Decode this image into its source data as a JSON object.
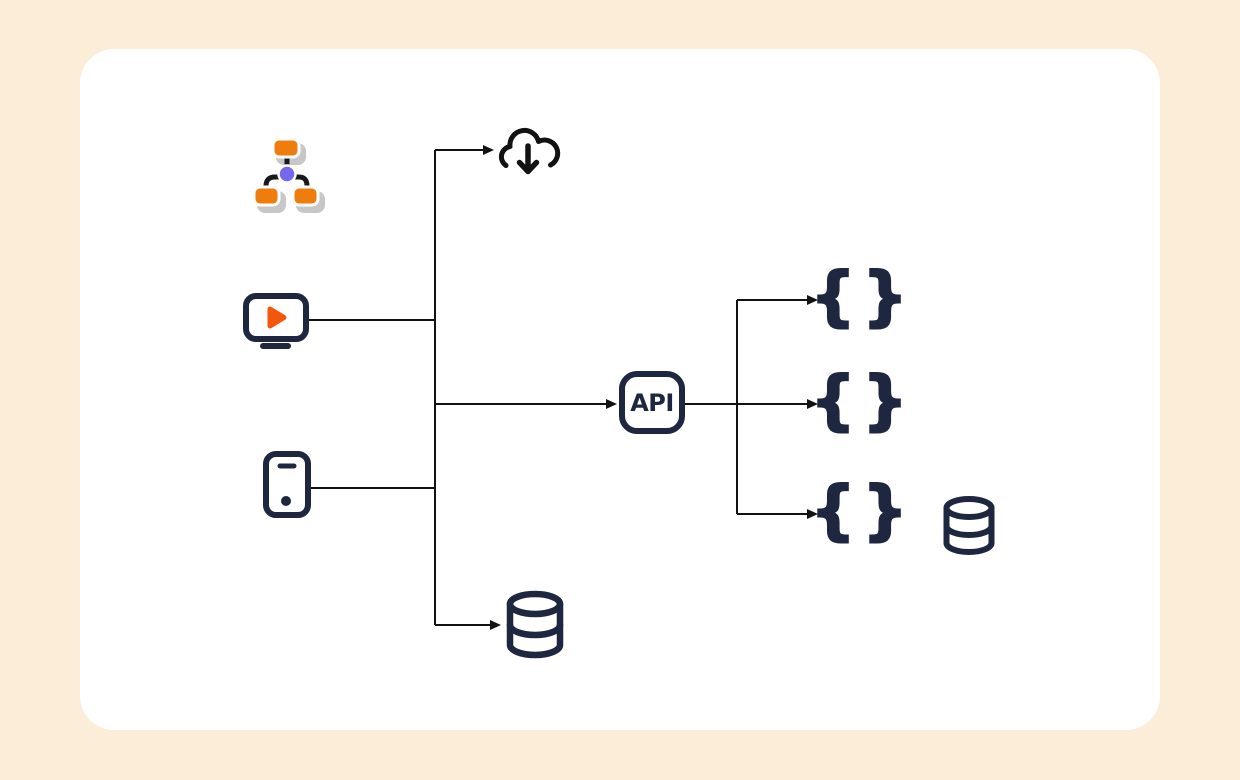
{
  "palette": {
    "page-bg": "#fcedd9",
    "card-bg": "#ffffff",
    "ink": "#121212",
    "navy": "#1f2740",
    "orange": "#ee7d0e",
    "play-orange": "#f4560c",
    "purple": "#7668ee",
    "shadow-gray": "#c7c7c7"
  },
  "glyphs": {
    "brace_left": "{",
    "brace_right": "}"
  },
  "nodes": {
    "sitemap": {
      "icon": "sitemap-icon"
    },
    "video_player": {
      "icon": "video-player-icon"
    },
    "mobile_phone": {
      "icon": "smartphone-icon"
    },
    "cloud_download": {
      "icon": "cloud-download-icon"
    },
    "api": {
      "icon": "api-box-icon",
      "label": "API"
    },
    "json_top": {
      "icon": "curly-braces-icon"
    },
    "json_middle": {
      "icon": "curly-braces-icon"
    },
    "json_bottom": {
      "icon": "curly-braces-icon"
    },
    "database_bottom": {
      "icon": "database-icon"
    },
    "database_right": {
      "icon": "database-icon"
    }
  },
  "edges": [
    {
      "from": "video-player",
      "to": "hub",
      "arrow": false
    },
    {
      "from": "mobile-phone",
      "to": "hub",
      "arrow": false
    },
    {
      "from": "hub",
      "to": "cloud-download",
      "arrow": true
    },
    {
      "from": "hub",
      "to": "api",
      "arrow": true
    },
    {
      "from": "hub",
      "to": "database-bottom",
      "arrow": true
    },
    {
      "from": "api",
      "to": "json-top",
      "arrow": true
    },
    {
      "from": "api",
      "to": "json-middle",
      "arrow": true
    },
    {
      "from": "api",
      "to": "json-bottom",
      "arrow": true
    }
  ]
}
